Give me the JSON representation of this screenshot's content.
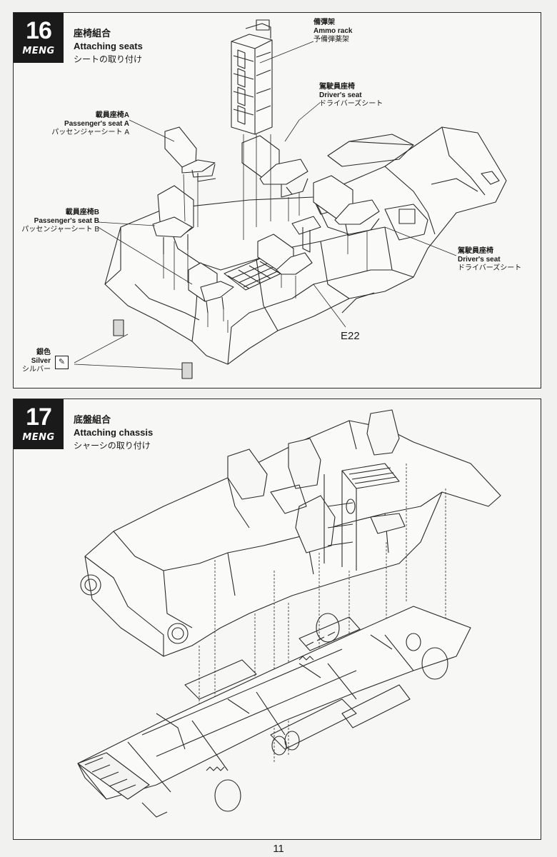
{
  "step16": {
    "number": "16",
    "brand": "MENG",
    "title_cn": "座椅組合",
    "title_en": "Attaching seats",
    "title_jp": "シートの取り付け",
    "callouts": {
      "ammo_rack": {
        "cn": "備彈架",
        "en": "Ammo rack",
        "jp": "予備弾薬架"
      },
      "driver_seat_top": {
        "cn": "駕駛員座椅",
        "en": "Driver's seat",
        "jp": "ドライバーズシート"
      },
      "passenger_a": {
        "cn": "載員座椅A",
        "en": "Passenger's seat A",
        "jp": "パッセンジャーシート A"
      },
      "passenger_b": {
        "cn": "載員座椅B",
        "en": "Passenger's seat B",
        "jp": "パッセンジャーシート B"
      },
      "driver_seat_right": {
        "cn": "駕駛員座椅",
        "en": "Driver's seat",
        "jp": "ドライバーズシート"
      },
      "silver": {
        "cn": "銀色",
        "en": "Silver",
        "jp": "シルバー"
      }
    },
    "part_code": "E22"
  },
  "step17": {
    "number": "17",
    "brand": "MENG",
    "title_cn": "底盤組合",
    "title_en": "Attaching chassis",
    "title_jp": "シャーシの取り付け"
  },
  "page_number": "11",
  "icons": {
    "paint": "brush-icon"
  },
  "colors": {
    "badge": "#1a1a1a",
    "line": "#2a2a2a",
    "paper": "#f1f1ef"
  }
}
